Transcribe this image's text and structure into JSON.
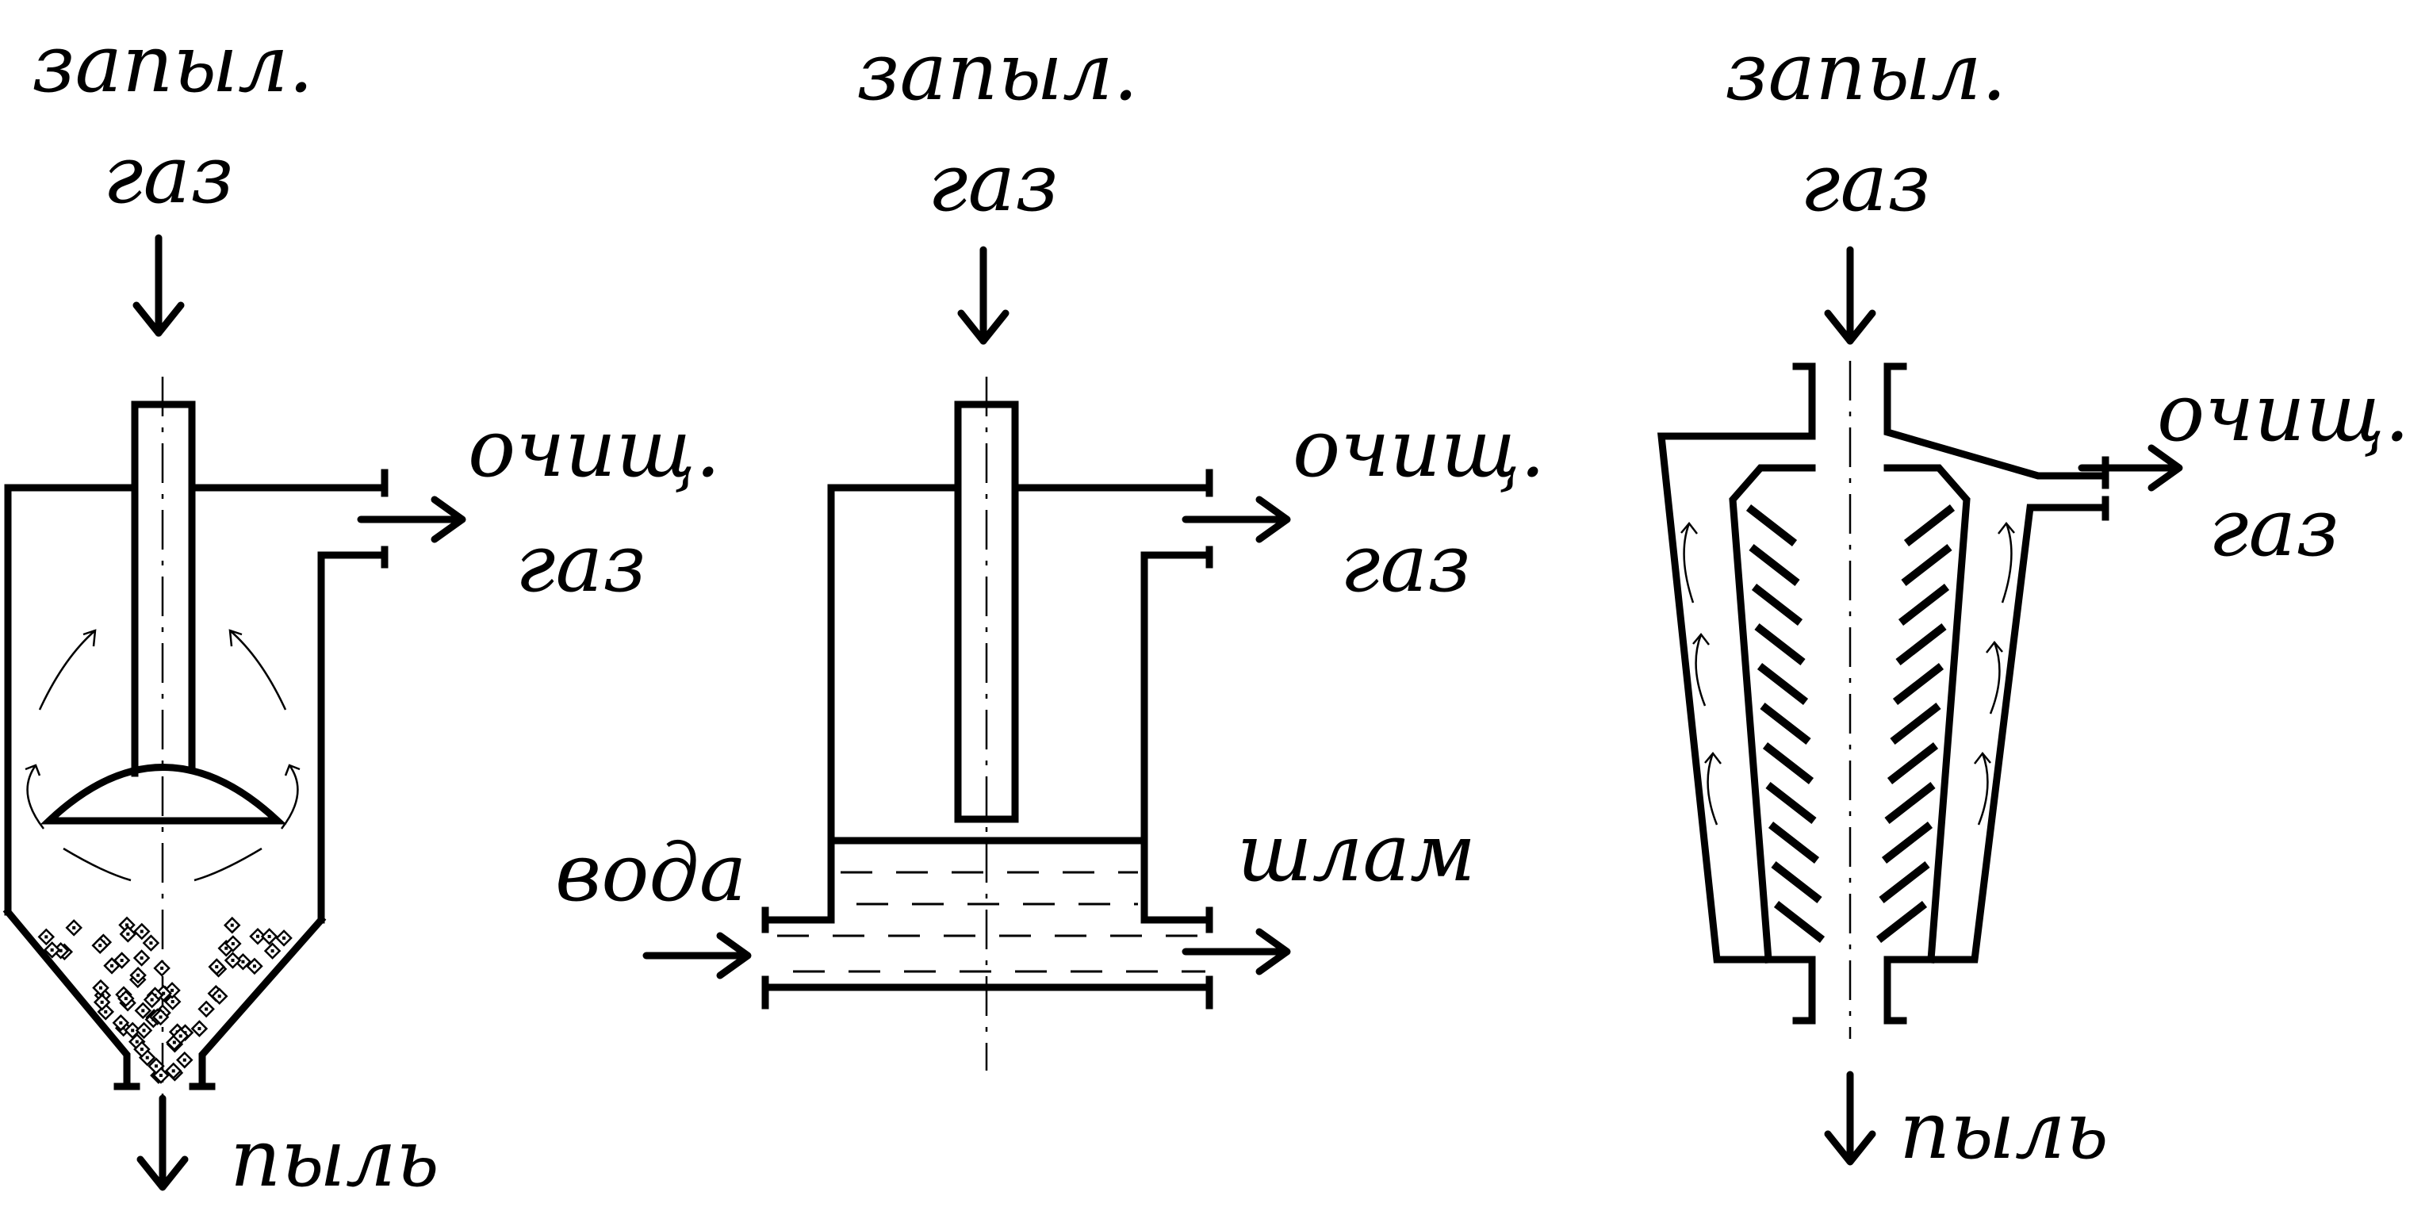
{
  "diagrams": [
    {
      "id": "cyclone-deflector",
      "inlet_label_1": "запыл.",
      "inlet_label_2": "газ",
      "outlet_label_1": "очищ.",
      "outlet_label_2": "газ",
      "bottom_label": "пыль"
    },
    {
      "id": "wet-scrubber",
      "inlet_label_1": "запыл.",
      "inlet_label_2": "газ",
      "outlet_label_1": "очищ.",
      "outlet_label_2": "газ",
      "water_in_label": "вода",
      "sludge_out_label": "шлам"
    },
    {
      "id": "louvre-separator",
      "inlet_label_1": "запыл.",
      "inlet_label_2": "газ",
      "outlet_label_1": "очищ.",
      "outlet_label_2": "газ",
      "bottom_label": "пыль"
    }
  ]
}
